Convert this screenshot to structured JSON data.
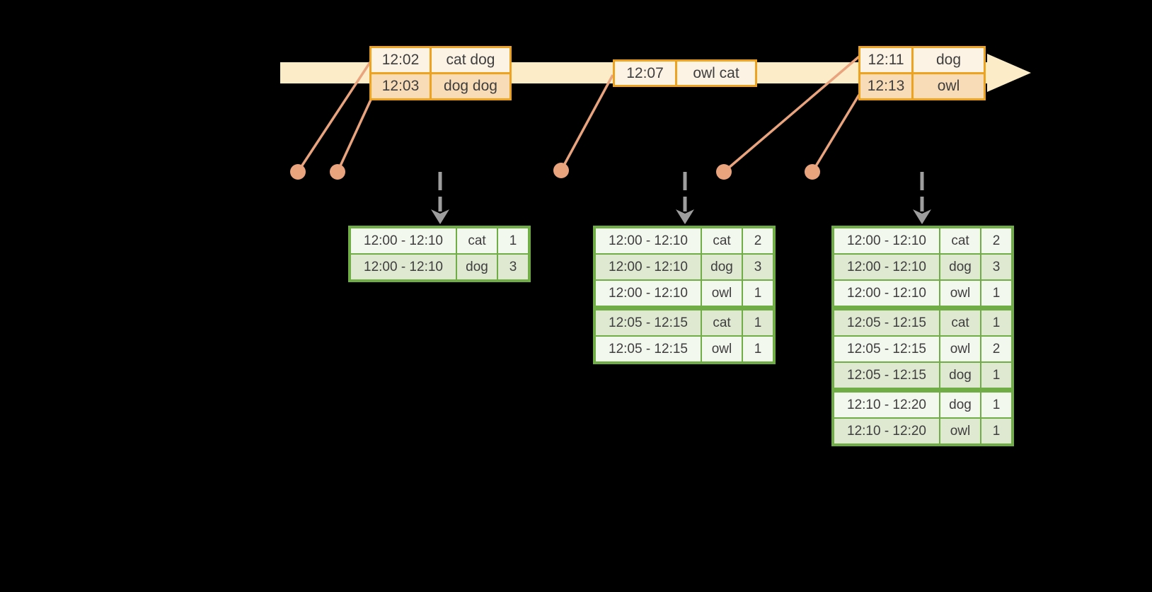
{
  "diagram": "streaming-windowed-word-count",
  "colors": {
    "background": "#000000",
    "band": "#fcedc8",
    "event-border": "#eda31f",
    "event-row-dark": "#f8dcb8",
    "event-row-light": "#fdf3e4",
    "connector": "#e9a47e",
    "trigger-arrow": "#9e9e9e",
    "result-border": "#71ad47",
    "result-row-tint": "#dfe9d2",
    "result-row-light": "#f3f8ef",
    "text": "#3e3e3e"
  },
  "event_tables": [
    {
      "rows": [
        {
          "time": "12:02",
          "words": "cat dog"
        },
        {
          "time": "12:03",
          "words": "dog dog"
        }
      ]
    },
    {
      "rows": [
        {
          "time": "12:07",
          "words": "owl cat"
        }
      ]
    },
    {
      "rows": [
        {
          "time": "12:11",
          "words": "dog"
        },
        {
          "time": "12:13",
          "words": "owl"
        }
      ]
    }
  ],
  "result_tables": [
    {
      "rows": [
        {
          "window": "12:00 - 12:10",
          "word": "cat",
          "count": "1"
        },
        {
          "window": "12:00 - 12:10",
          "word": "dog",
          "count": "3"
        }
      ]
    },
    {
      "rows": [
        {
          "window": "12:00 - 12:10",
          "word": "cat",
          "count": "2"
        },
        {
          "window": "12:00 - 12:10",
          "word": "dog",
          "count": "3"
        },
        {
          "window": "12:00 - 12:10",
          "word": "owl",
          "count": "1"
        },
        {
          "window": "12:05 - 12:15",
          "word": "cat",
          "count": "1"
        },
        {
          "window": "12:05 - 12:15",
          "word": "owl",
          "count": "1"
        }
      ]
    },
    {
      "rows": [
        {
          "window": "12:00 - 12:10",
          "word": "cat",
          "count": "2"
        },
        {
          "window": "12:00 - 12:10",
          "word": "dog",
          "count": "3"
        },
        {
          "window": "12:00 - 12:10",
          "word": "owl",
          "count": "1"
        },
        {
          "window": "12:05 - 12:15",
          "word": "cat",
          "count": "1"
        },
        {
          "window": "12:05 - 12:15",
          "word": "owl",
          "count": "2"
        },
        {
          "window": "12:05 - 12:15",
          "word": "dog",
          "count": "1"
        },
        {
          "window": "12:10 - 12:20",
          "word": "dog",
          "count": "1"
        },
        {
          "window": "12:10 - 12:20",
          "word": "owl",
          "count": "1"
        }
      ]
    }
  ]
}
